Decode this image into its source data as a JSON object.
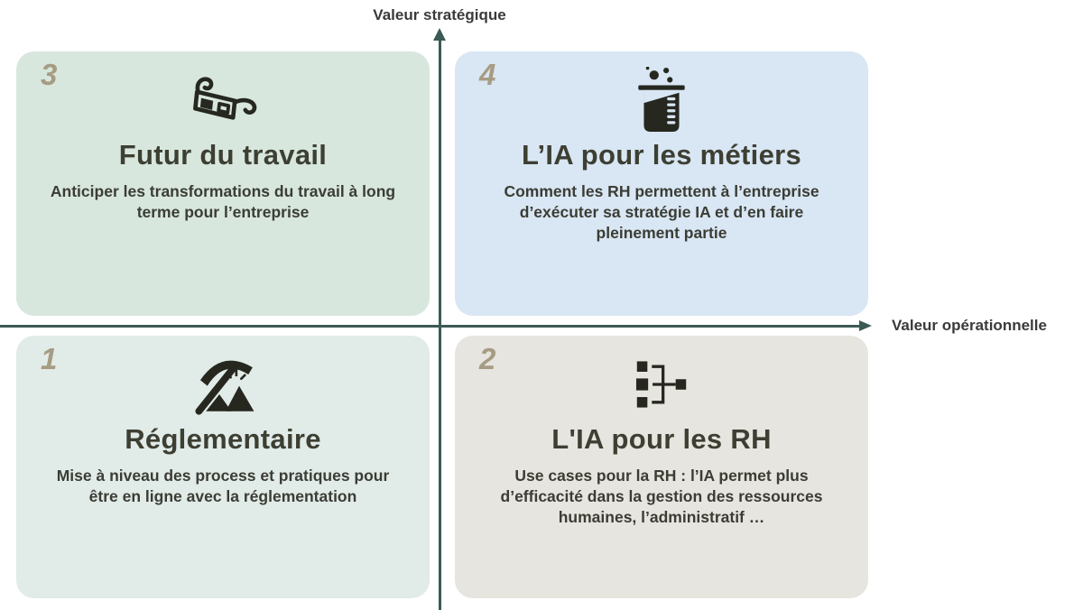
{
  "diagram": {
    "type": "2x2-quadrant-matrix",
    "axes": {
      "y_label": "Valeur stratégique",
      "x_label": "Valeur opérationnelle",
      "axis_color": "#3c5a55",
      "label_color": "#3a3a3a"
    },
    "number_color": "#a69c83",
    "quadrants": [
      {
        "position": "top-left",
        "number": "3",
        "icon": "3d-glasses-icon",
        "title": "Futur du travail",
        "description": "Anticiper les transformations du travail à long terme pour l’entreprise",
        "bg_color": "#d8e7dd"
      },
      {
        "position": "top-right",
        "number": "4",
        "icon": "beaker-icon",
        "title": "L’IA pour les métiers",
        "description": "Comment les RH permettent à l’entreprise d’exécuter sa stratégie IA et d’en faire pleinement partie",
        "bg_color": "#d9e6f3"
      },
      {
        "position": "bottom-left",
        "number": "1",
        "icon": "pickaxe-icon",
        "title": "Réglementaire",
        "description": "Mise à niveau des process et pratiques pour être en ligne avec la réglementation",
        "bg_color": "#e1ebe8"
      },
      {
        "position": "bottom-right",
        "number": "2",
        "icon": "org-chart-icon",
        "title": "L'IA pour les RH",
        "description": "Use cases pour la RH : l’IA permet plus d’efficacité dans la gestion des ressources humaines, l’administratif …",
        "bg_color": "#e7e5df"
      }
    ]
  }
}
